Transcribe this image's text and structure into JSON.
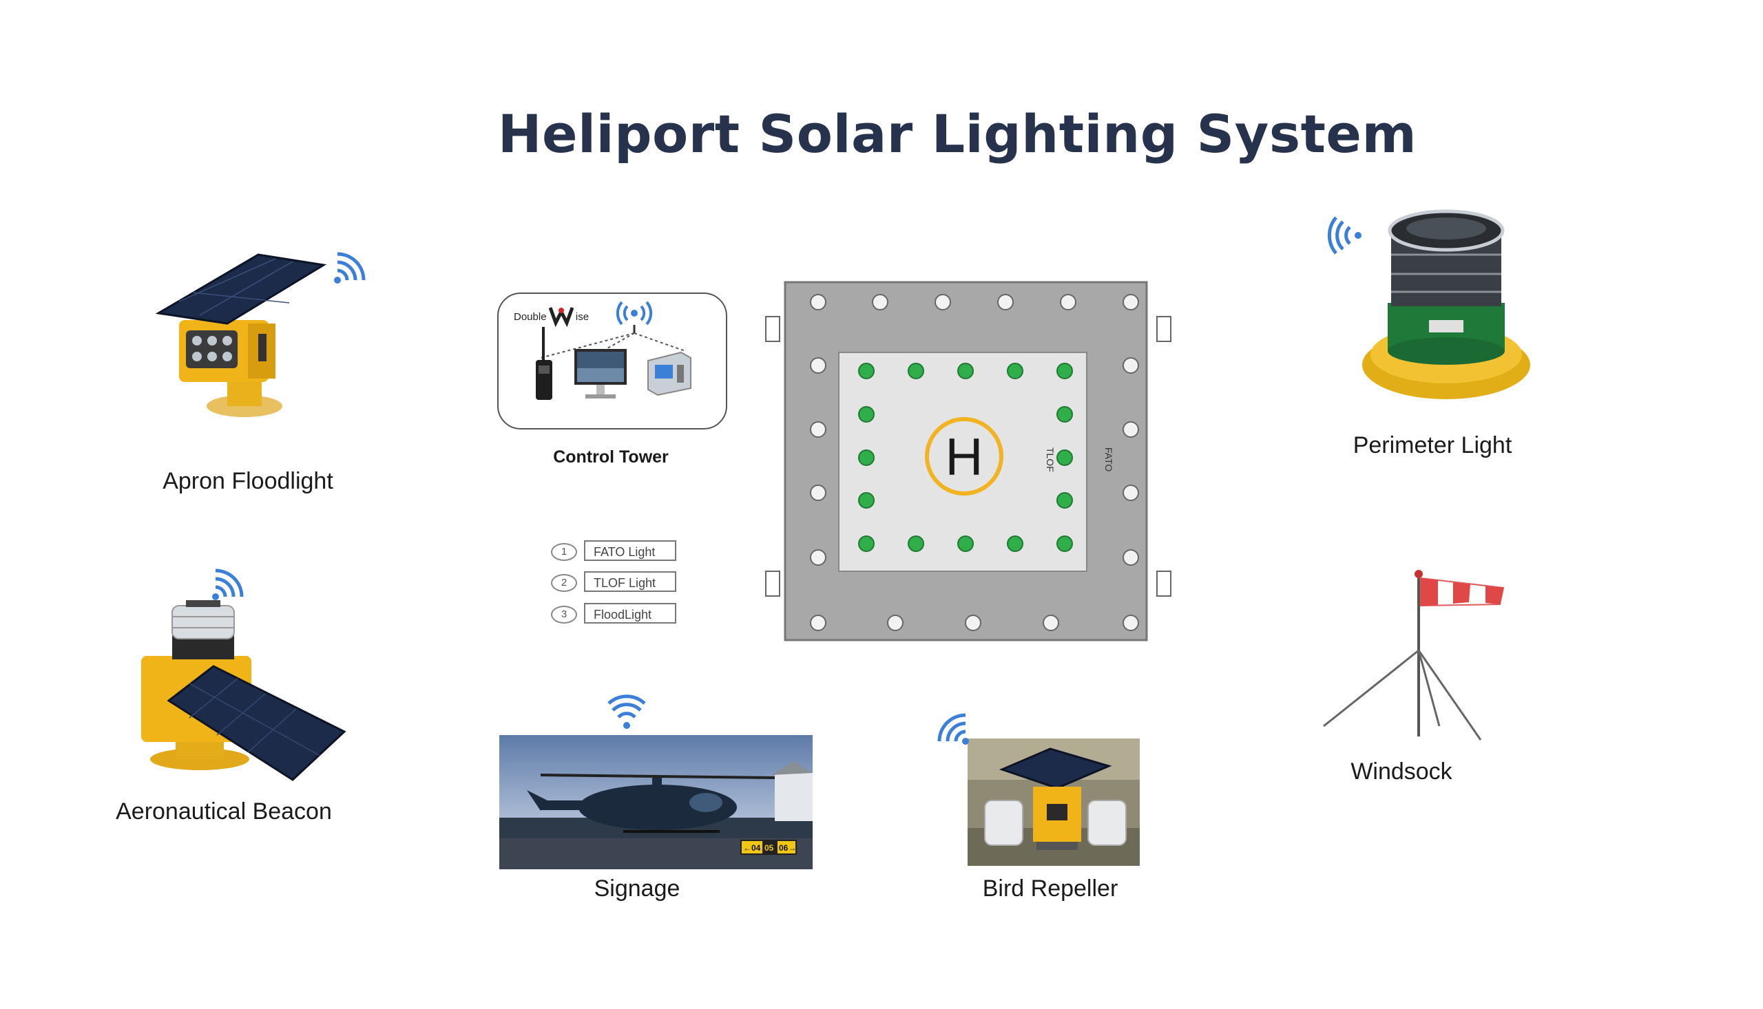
{
  "title": "Heliport Solar Lighting System",
  "components": {
    "apron_floodlight": "Apron Floodlight",
    "aeronautical_beacon": "Aeronautical Beacon",
    "control_tower": "Control Tower",
    "perimeter_light": "Perimeter Light",
    "windsock": "Windsock",
    "signage": "Signage",
    "bird_repeller": "Bird Repeller"
  },
  "control_tower_brand": {
    "left": "Double",
    "right": "ise"
  },
  "legend": [
    {
      "num": "1",
      "label": "FATO Light"
    },
    {
      "num": "2",
      "label": "TLOF Light"
    },
    {
      "num": "3",
      "label": "FloodLight"
    }
  ],
  "helipad": {
    "marker": "H",
    "tlof_label": "TLOF",
    "fato_label": "FATO"
  },
  "signage_plate": {
    "left": "←04",
    "mid": "05",
    "right": "06→"
  },
  "colors": {
    "title": "#27324d",
    "fato_area": "#a8a8a8",
    "tlof_area": "#e4e4e4",
    "tlof_light": "#2fae4a",
    "h_ring": "#f2b320",
    "wireless_icon": "#3b7fd9",
    "solar_panel": "#1d2b4a",
    "fixture_yellow": "#f0b418"
  },
  "icons": [
    "wireless-signal-icon",
    "radio-icon",
    "monitor-icon",
    "controller-icon"
  ]
}
